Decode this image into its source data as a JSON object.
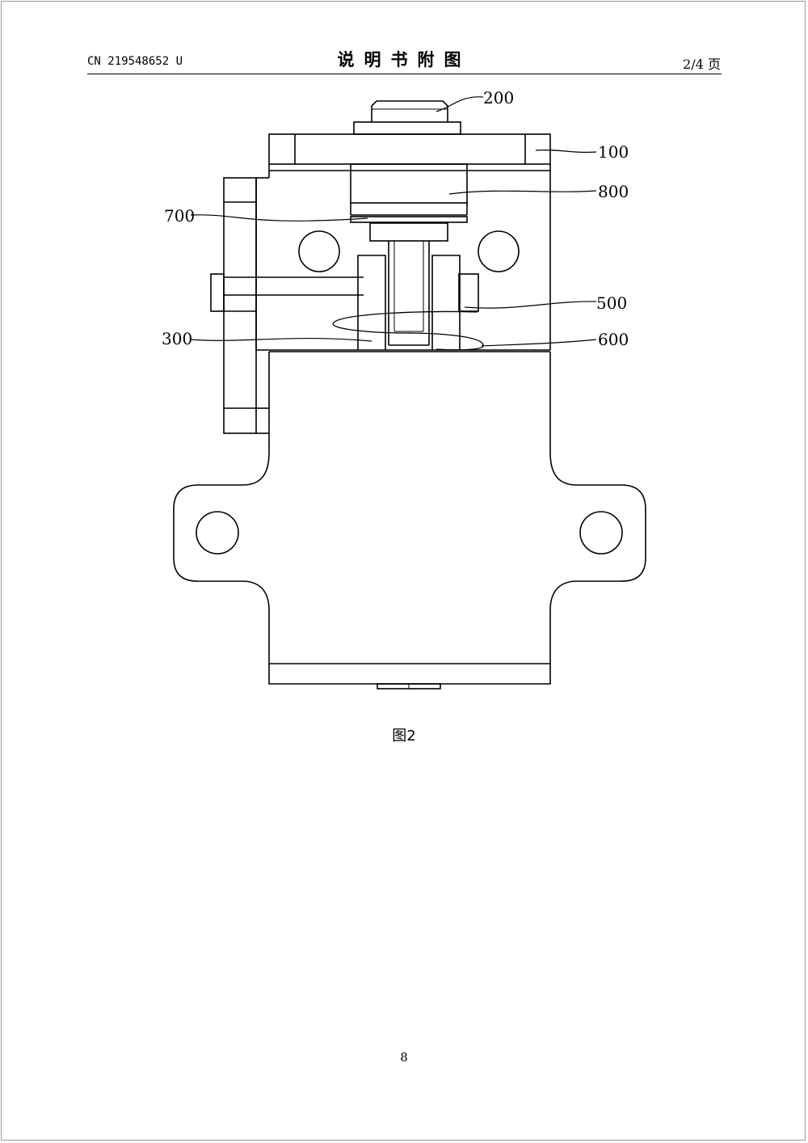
{
  "header": {
    "doc_number": "CN 219548652 U",
    "title": "说明书附图",
    "page_of": "2/4 页"
  },
  "figure": {
    "labels": {
      "l100": "100",
      "l200": "200",
      "l300": "300",
      "l500": "500",
      "l600": "600",
      "l700": "700",
      "l800": "800"
    },
    "caption": "图2"
  },
  "footer": {
    "page_number": "8"
  }
}
